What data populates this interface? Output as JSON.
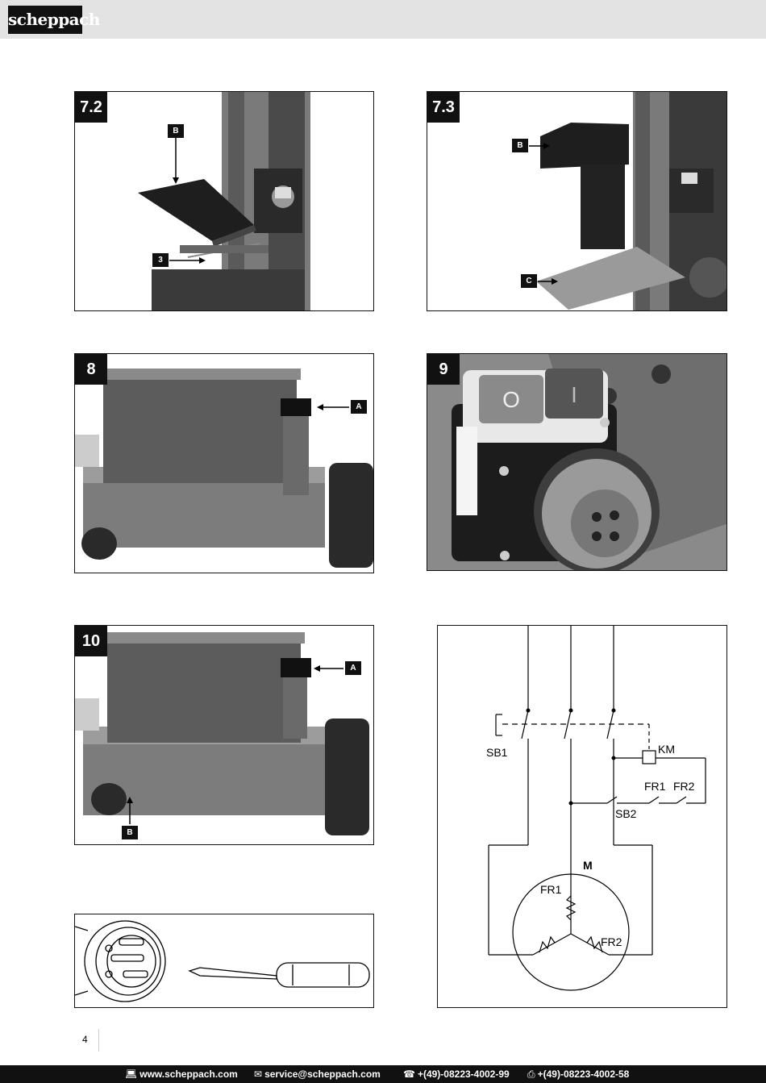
{
  "header": {
    "brand": "scheppach"
  },
  "figures": {
    "f72": {
      "number": "7.2",
      "callouts": [
        "B",
        "3"
      ]
    },
    "f73": {
      "number": "7.3",
      "callouts": [
        "B",
        "C"
      ]
    },
    "f8": {
      "number": "8",
      "callouts": [
        "A"
      ]
    },
    "f9": {
      "number": "9",
      "switch_off": "O",
      "switch_on": "I"
    },
    "f10": {
      "number": "10",
      "callouts": [
        "A",
        "B"
      ]
    }
  },
  "wiring": {
    "labels": {
      "sb1": "SB1",
      "km": "KM",
      "fr1": "FR1",
      "fr2": "FR2",
      "sb2": "SB2",
      "motor": "M",
      "motor_fr1": "FR1",
      "motor_fr2": "FR2"
    }
  },
  "page": {
    "number": "4"
  },
  "footer": {
    "website": "www.scheppach.com",
    "email": "service@scheppach.com",
    "phone": "+(49)-08223-4002-99",
    "fax": "+(49)-08223-4002-58",
    "icons": [
      "computer-icon",
      "mail-icon",
      "phone-icon",
      "fax-icon"
    ]
  }
}
